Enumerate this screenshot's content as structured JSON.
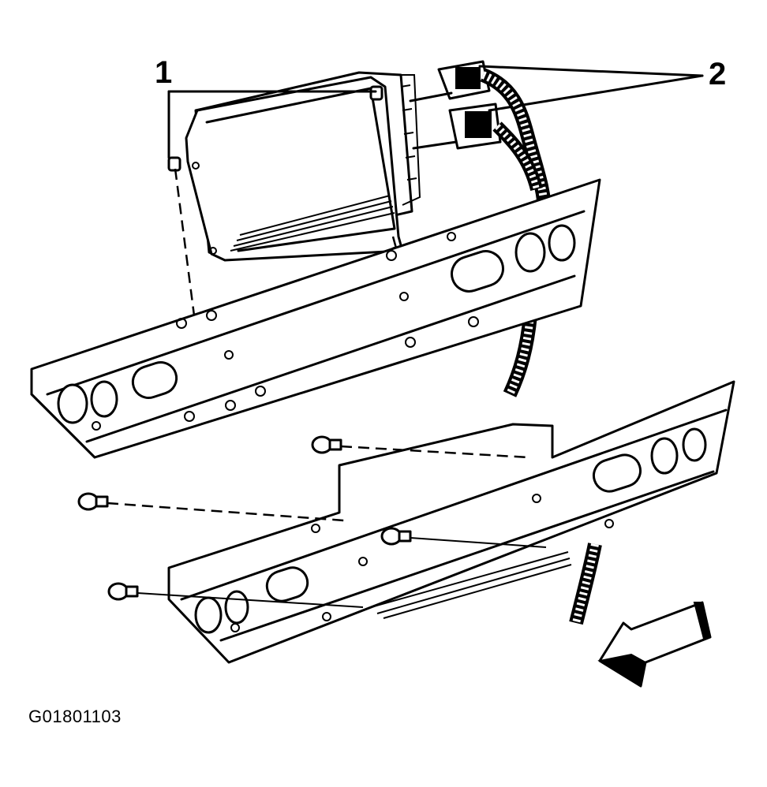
{
  "callouts": {
    "one": "1",
    "two": "2"
  },
  "figure_id": "G01801103",
  "icons": {
    "direction_arrow": "front-direction-arrow-icon"
  }
}
